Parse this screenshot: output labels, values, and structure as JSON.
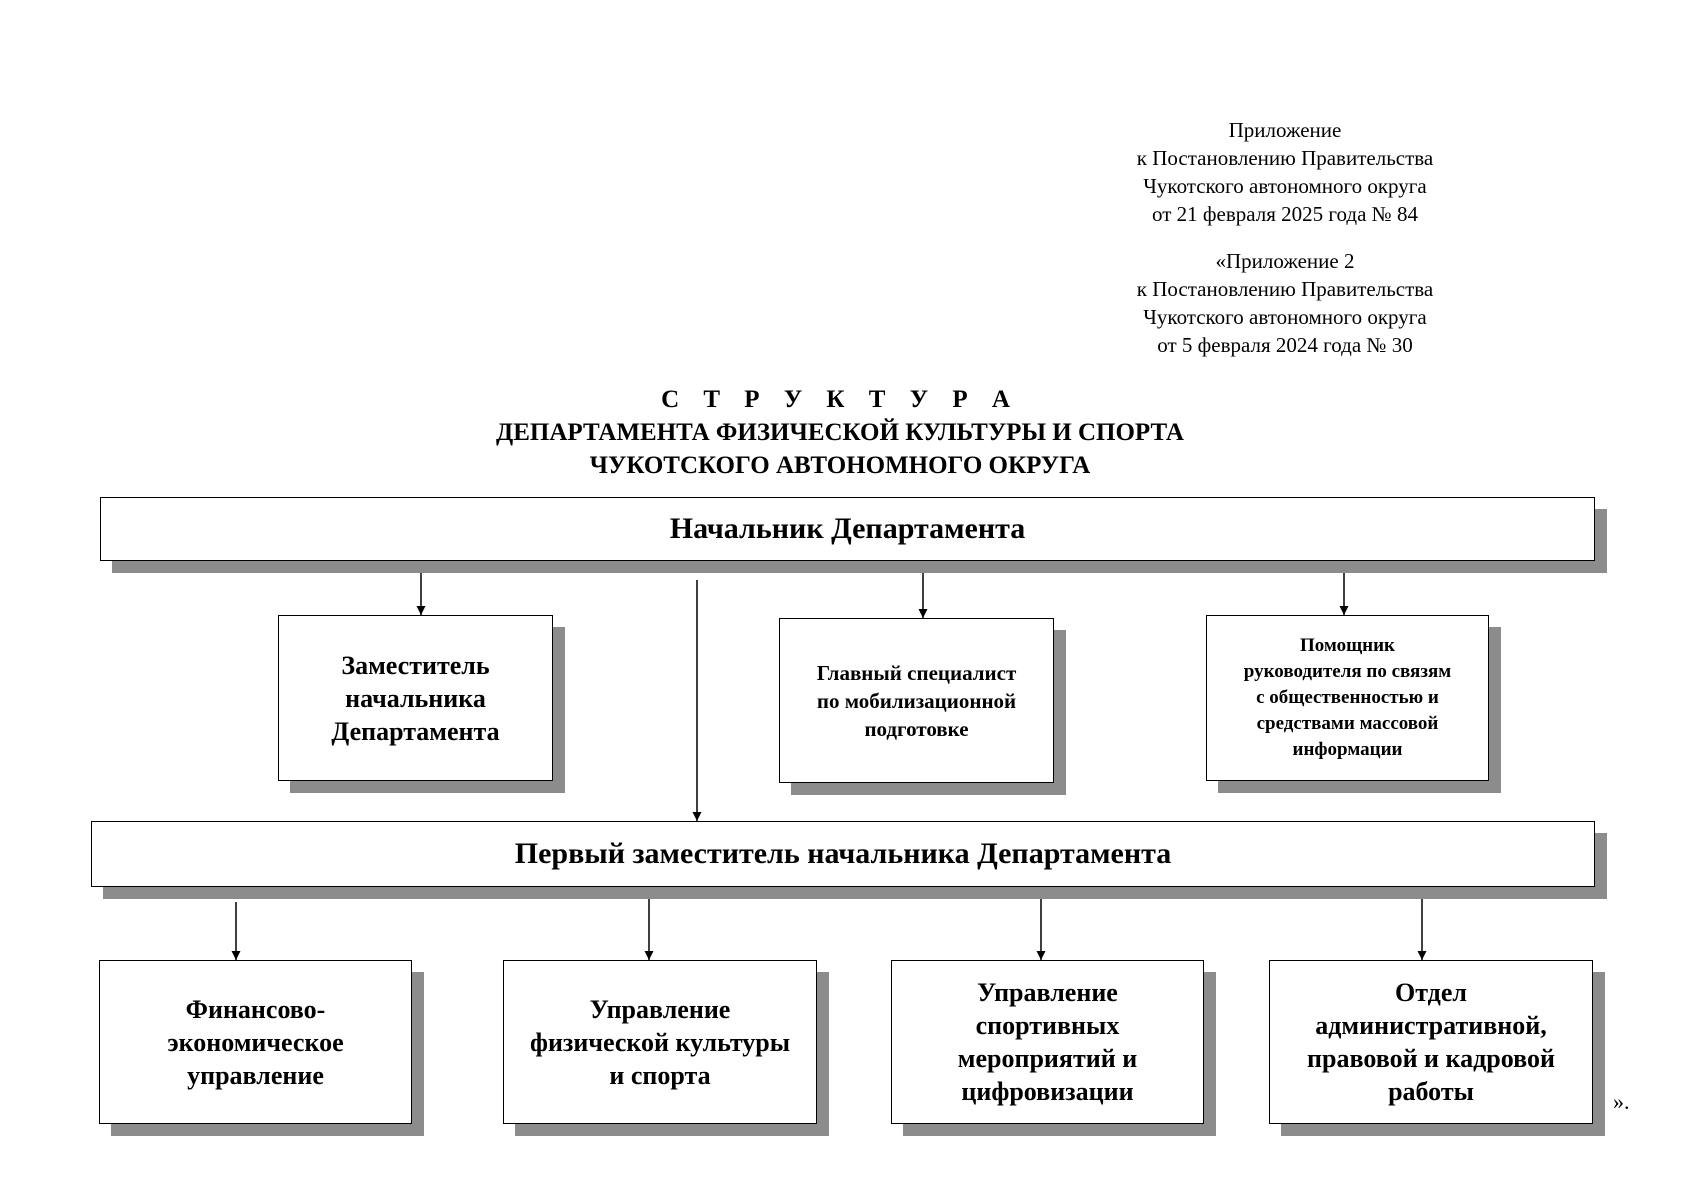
{
  "annex1": {
    "lines": [
      "Приложение",
      "к Постановлению Правительства",
      "Чукотского автономного округа",
      "от 21 февраля 2025 года № 84"
    ]
  },
  "annex2": {
    "lines": [
      "«Приложение 2",
      "к Постановлению Правительства",
      "Чукотского автономного округа",
      "от 5 февраля 2024 года № 30"
    ]
  },
  "title": {
    "line1": "С Т Р У К Т У Р А",
    "line2": "ДЕПАРТАМЕНТА ФИЗИЧЕСКОЙ КУЛЬТУРЫ И СПОРТА",
    "line3": "ЧУКОТСКОГО АВТОНОМНОГО ОКРУГА"
  },
  "nodes": {
    "chief": [
      "Начальник Департамента"
    ],
    "deputy": [
      "Заместитель",
      "начальника",
      "Департамента"
    ],
    "mobilization": [
      "Главный специалист",
      "по мобилизационной",
      "подготовке"
    ],
    "assistant": [
      "Помощник",
      "руководителя по связям",
      "с общественностью и",
      "средствами массовой",
      "информации"
    ],
    "first_deputy": [
      "Первый заместитель начальника Департамента"
    ],
    "finance": [
      "Финансово-",
      "экономическое",
      "управление"
    ],
    "sport_management": [
      "Управление",
      "физической культуры",
      "и спорта"
    ],
    "events": [
      "Управление",
      "спортивных",
      "мероприятий и",
      "цифровизации"
    ],
    "admin": [
      "Отдел",
      "административной,",
      "правовой и кадровой",
      "работы"
    ]
  },
  "closing_mark": "»."
}
